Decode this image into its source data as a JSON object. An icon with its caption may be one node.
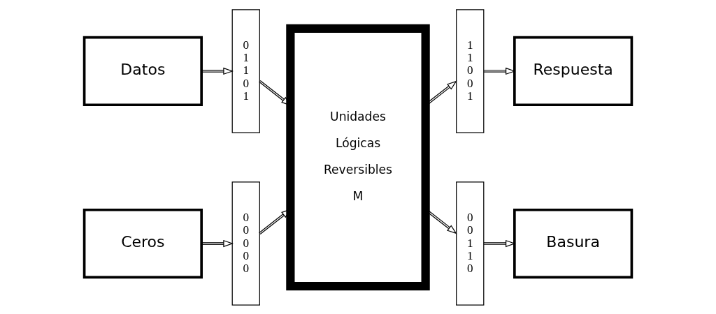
{
  "diagram": {
    "nodes": [
      {
        "text": [
          "Datos"
        ]
      },
      {
        "text": [
          "0 1 1 0 1"
        ]
      },
      {
        "text": [
          "Ceros"
        ]
      },
      {
        "text": [
          "0 0 0 0 0"
        ]
      },
      {
        "text": [
          "Unidades",
          "Lógicas",
          "Reversibles",
          "M"
        ]
      },
      {
        "text": [
          "1 1 0 0 1"
        ]
      },
      {
        "text": [
          "0 0 1 1 0"
        ]
      },
      {
        "text": [
          "Respuesta"
        ]
      },
      {
        "text": [
          "Basura"
        ]
      }
    ],
    "edges": [
      {
        "from": 0,
        "to": 1,
        "arrow": "to"
      },
      {
        "from": 1,
        "to": 4,
        "arrow": "to"
      },
      {
        "from": 2,
        "to": 3,
        "arrow": "to"
      },
      {
        "from": 3,
        "to": 4,
        "arrow": "to"
      },
      {
        "from": 4,
        "to": 5,
        "arrow": "to"
      },
      {
        "from": 4,
        "to": 6,
        "arrow": "to"
      },
      {
        "from": 5,
        "to": 7,
        "arrow": "to"
      },
      {
        "from": 6,
        "to": 8,
        "arrow": "to"
      }
    ]
  }
}
